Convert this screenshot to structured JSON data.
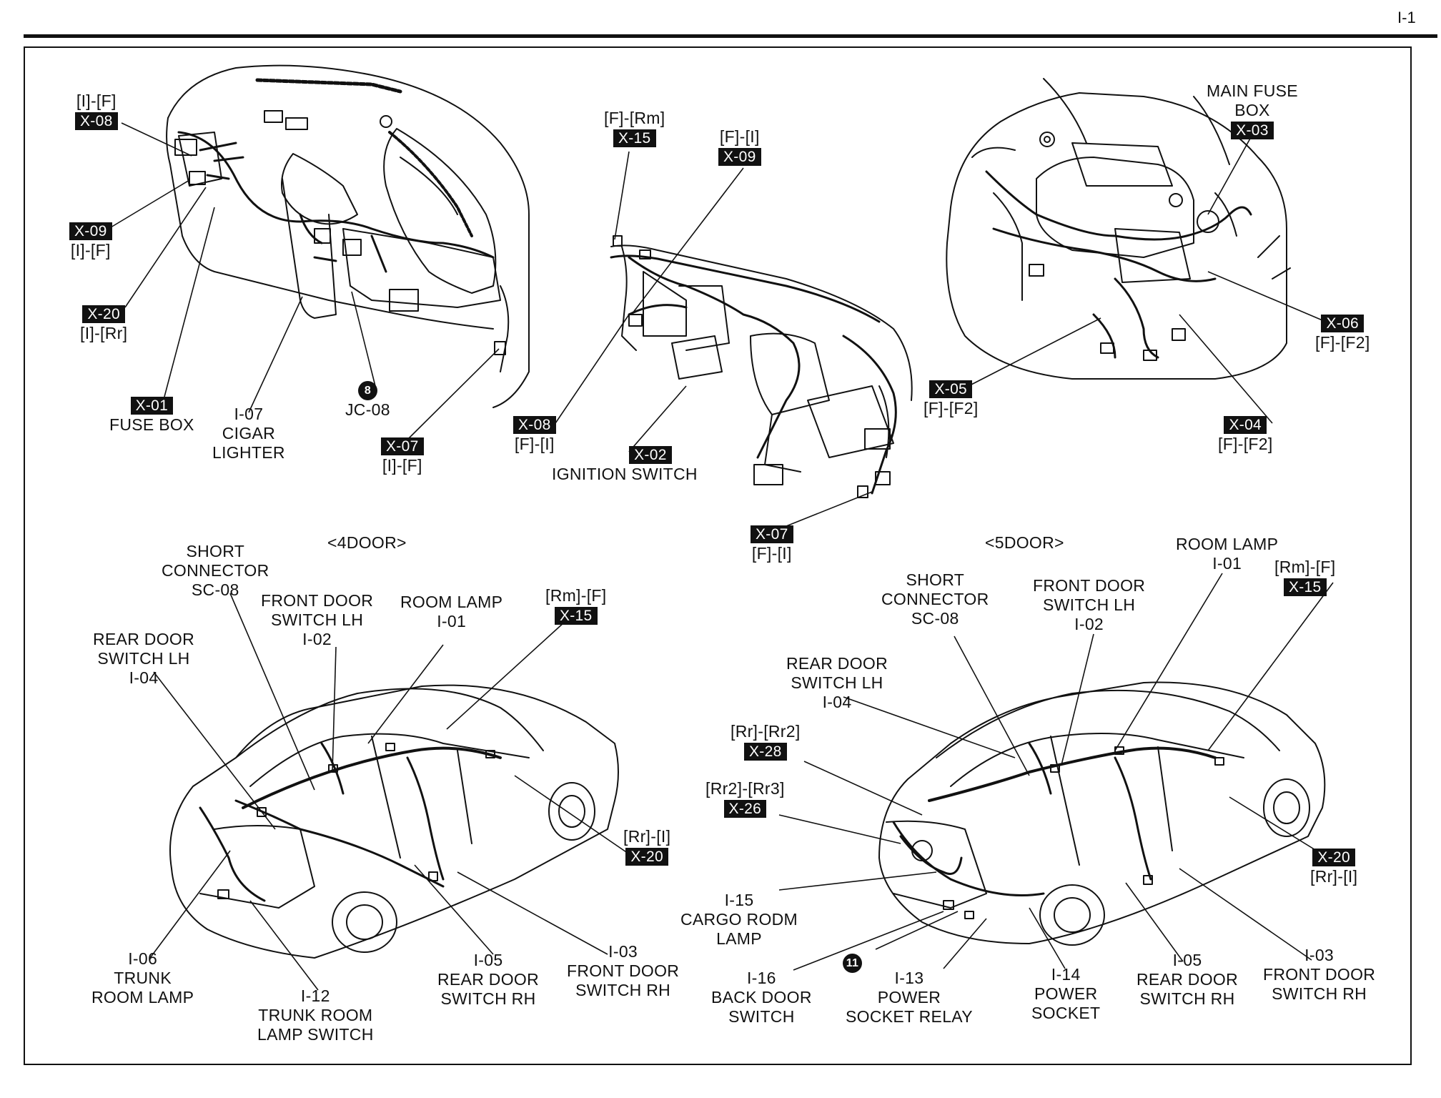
{
  "page_number": "I-1",
  "top_panels": {
    "dashboard": {
      "fuse_box": {
        "tag": "X-01",
        "name": "FUSE BOX"
      },
      "x08": {
        "route": "[I]-[F]",
        "tag": "X-08"
      },
      "x09": {
        "tag": "X-09",
        "route": "[I]-[F]"
      },
      "x20": {
        "tag": "X-20",
        "route": "[I]-[Rr]"
      },
      "cigar": {
        "id": "I-07",
        "line1": "CIGAR",
        "line2": "LIGHTER"
      },
      "jc": {
        "num": "8",
        "name": "JC-08"
      },
      "x07": {
        "tag": "X-07",
        "route": "[I]-[F]"
      }
    },
    "floor": {
      "x15": {
        "route": "[F]-[Rm]",
        "tag": "X-15"
      },
      "x09": {
        "route": "[F]-[I]",
        "tag": "X-09"
      },
      "x08": {
        "tag": "X-08",
        "route": "[F]-[I]"
      },
      "x02": {
        "tag": "X-02",
        "name": "IGNITION SWITCH"
      },
      "x07": {
        "tag": "X-07",
        "route": "[F]-[I]"
      }
    },
    "engine": {
      "main_fuse": {
        "line1": "MAIN FUSE",
        "line2": "BOX",
        "tag": "X-03"
      },
      "x06": {
        "tag": "X-06",
        "route": "[F]-[F2]"
      },
      "x05": {
        "tag": "X-05",
        "route": "[F]-[F2]"
      },
      "x04": {
        "tag": "X-04",
        "route": "[F]-[F2]"
      }
    }
  },
  "four_door": {
    "title": "<4DOOR>",
    "short_connector": {
      "line1": "SHORT",
      "line2": "CONNECTOR",
      "line3": "SC-08"
    },
    "front_door_lh": {
      "line1": "FRONT DOOR",
      "line2": "SWITCH LH",
      "line3": "I-02"
    },
    "room_lamp": {
      "line1": "ROOM LAMP",
      "line2": "I-01"
    },
    "x15": {
      "route": "[Rm]-[F]",
      "tag": "X-15"
    },
    "rear_door_lh": {
      "line1": "REAR DOOR",
      "line2": "SWITCH LH",
      "line3": "I-04"
    },
    "x20": {
      "route": "[Rr]-[I]",
      "tag": "X-20"
    },
    "trunk_room_lamp": {
      "line1": "I-06",
      "line2": "TRUNK",
      "line3": "ROOM LAMP"
    },
    "trunk_switch": {
      "line1": "I-12",
      "line2": "TRUNK ROOM",
      "line3": "LAMP SWITCH"
    },
    "rear_door_rh": {
      "line1": "I-05",
      "line2": "REAR DOOR",
      "line3": "SWITCH RH"
    },
    "front_door_rh": {
      "line1": "I-03",
      "line2": "FRONT DOOR",
      "line3": "SWITCH RH"
    }
  },
  "five_door": {
    "title": "<5DOOR>",
    "short_connector": {
      "line1": "SHORT",
      "line2": "CONNECTOR",
      "line3": "SC-08"
    },
    "front_door_lh": {
      "line1": "FRONT DOOR",
      "line2": "SWITCH LH",
      "line3": "I-02"
    },
    "room_lamp": {
      "line1": "ROOM LAMP",
      "line2": "I-01"
    },
    "x15": {
      "route": "[Rm]-[F]",
      "tag": "X-15"
    },
    "rear_door_lh": {
      "line1": "REAR DOOR",
      "line2": "SWITCH LH",
      "line3": "I-04"
    },
    "x28": {
      "route": "[Rr]-[Rr2]",
      "tag": "X-28"
    },
    "x26": {
      "route": "[Rr2]-[Rr3]",
      "tag": "X-26"
    },
    "cargo": {
      "line1": "I-15",
      "line2": "CARGO RODM",
      "line3": "LAMP"
    },
    "back_door": {
      "line1": "I-16",
      "line2": "BACK DOOR",
      "line3": "SWITCH"
    },
    "jc_num": "11",
    "relay": {
      "line1": "I-13",
      "line2": "POWER",
      "line3": "SOCKET RELAY"
    },
    "socket": {
      "line1": "I-14",
      "line2": "POWER",
      "line3": "SOCKET"
    },
    "rear_door_rh": {
      "line1": "I-05",
      "line2": "REAR DOOR",
      "line3": "SWITCH RH"
    },
    "front_door_rh": {
      "line1": "I-03",
      "line2": "FRONT DOOR",
      "line3": "SWITCH RH"
    },
    "x20": {
      "tag": "X-20",
      "route": "[Rr]-[I]"
    }
  }
}
